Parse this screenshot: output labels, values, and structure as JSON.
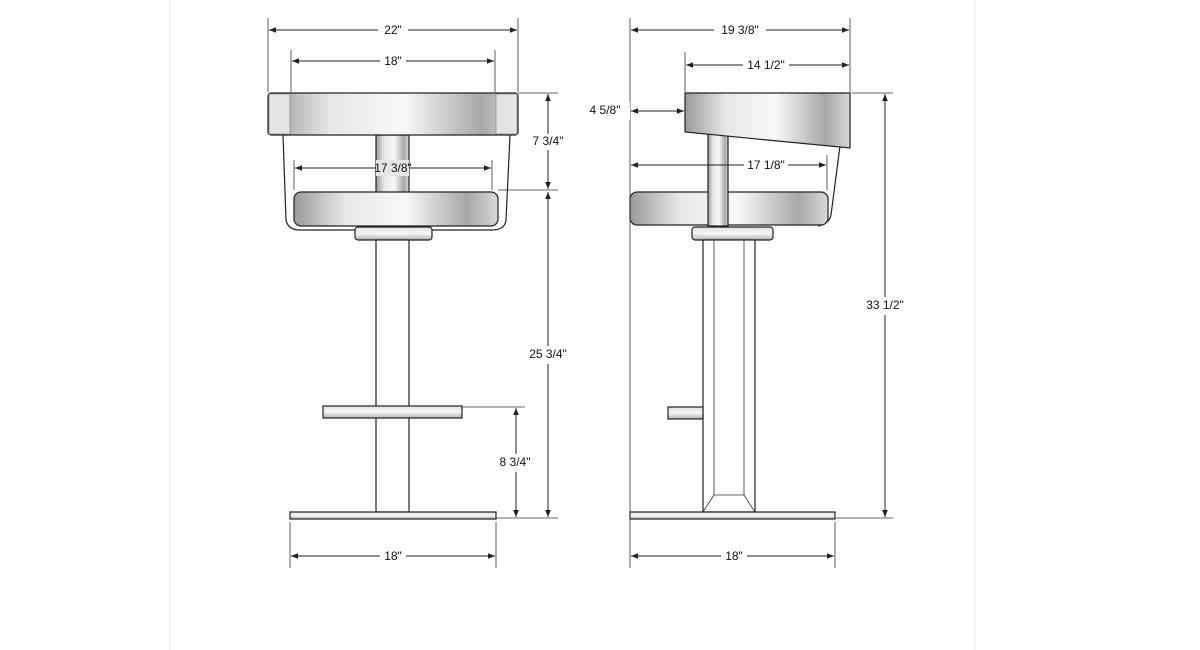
{
  "front_view": {
    "overall_width": "22\"",
    "back_width": "18\"",
    "back_height": "7 3/4\"",
    "seat_width": "17 3/8\"",
    "seat_height": "25 3/4\"",
    "footrest_height": "8 3/4\"",
    "base_width": "18\""
  },
  "side_view": {
    "overall_depth": "19 3/8\"",
    "back_depth": "14 1/2\"",
    "back_offset": "4 5/8\"",
    "seat_depth": "17 1/8\"",
    "overall_height": "33 1/2\"",
    "base_width": "18\""
  },
  "colors": {
    "line": "#222222",
    "metal_light": "#f2f2f2",
    "metal_dark": "#8a8a8a"
  }
}
